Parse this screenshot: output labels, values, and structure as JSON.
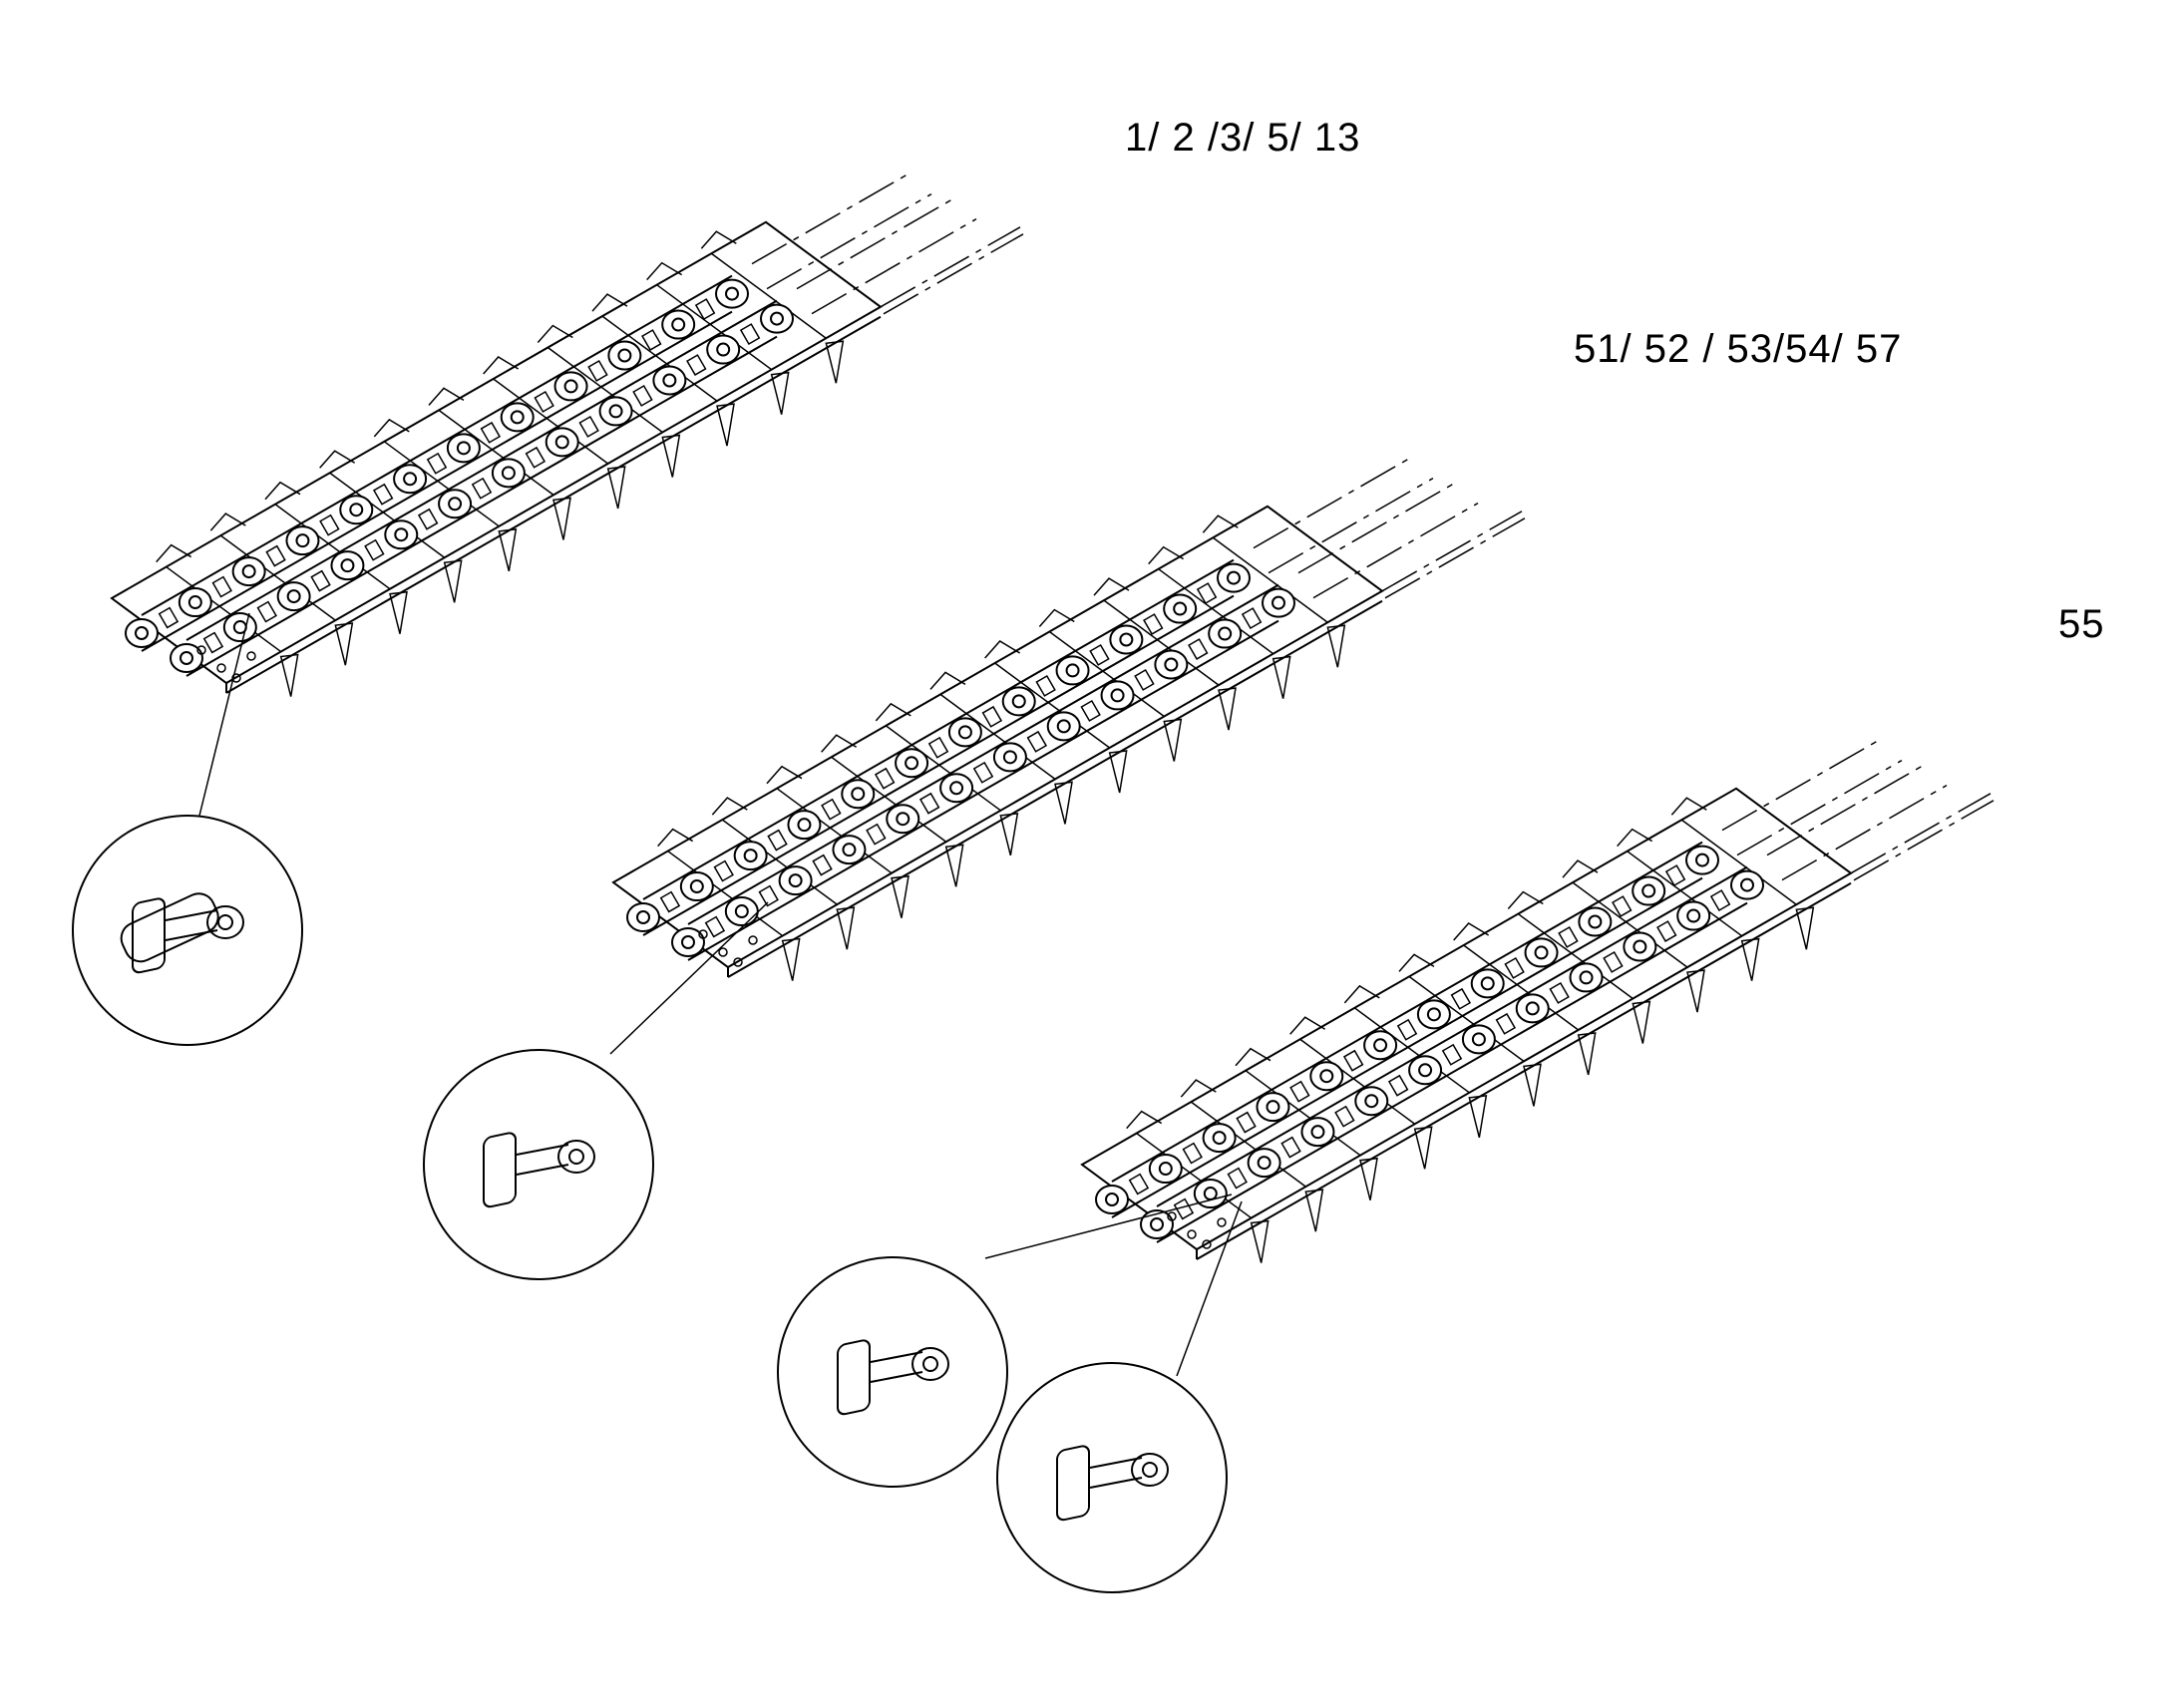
{
  "callouts": {
    "assembly_1": "1/ 2 /3/ 5/ 13",
    "assembly_2": "51/ 52 / 53/54/ 57",
    "assembly_3": "55"
  },
  "colors": {
    "line": "#000000",
    "background": "#ffffff"
  }
}
